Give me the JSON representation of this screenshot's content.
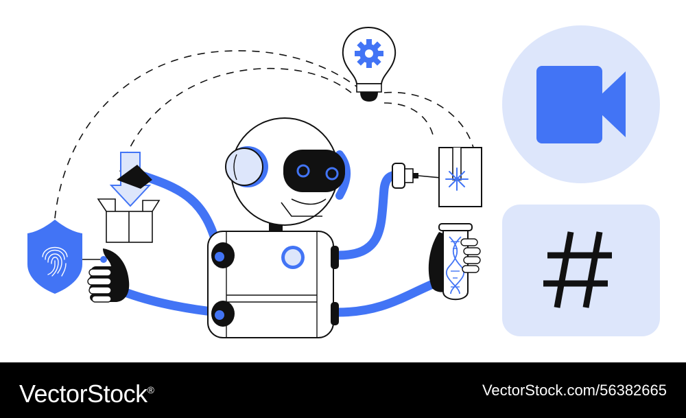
{
  "illustration": {
    "subject": "robot-with-multiple-arms",
    "accent_color": "#4274f5",
    "light_accent_color": "#dde6fb",
    "icons": [
      "fingerprint-shield-icon",
      "download-box-icon",
      "lightbulb-gear-icon",
      "laser-cutter-icon",
      "dna-test-tube-icon",
      "video-camera-icon",
      "hashtag-icon"
    ]
  },
  "footer": {
    "brand": "VectorStock",
    "brand_mark": "®",
    "stock_id": "VectorStock.com/56382665"
  }
}
